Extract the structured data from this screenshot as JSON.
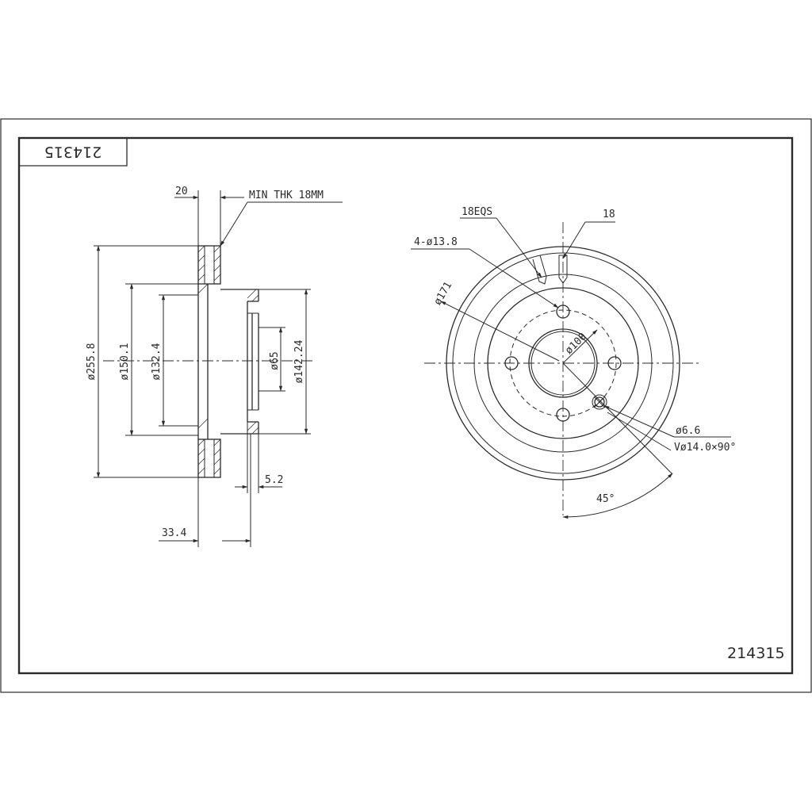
{
  "part_number_top": "214315",
  "part_number_bottom": "214315",
  "side_view": {
    "min_thickness": "MIN THK 18MM",
    "thickness": "20",
    "outer_diameter": "ø255.8",
    "diameter_150": "ø150.1",
    "diameter_132": "ø132.4",
    "center_bore": "ø65",
    "hat_diameter": "ø142.24",
    "offset_small": "5.2",
    "overall_height": "33.4"
  },
  "front_view": {
    "equal_spacing": "18EQS",
    "vane_width": "18",
    "bolt_holes": "4-ø13.8",
    "pitch_circle_171": "ø171",
    "bolt_circle": "ø100",
    "small_hole": "ø6.6",
    "countersink": "Vø14.0×90°",
    "angle": "45°"
  }
}
